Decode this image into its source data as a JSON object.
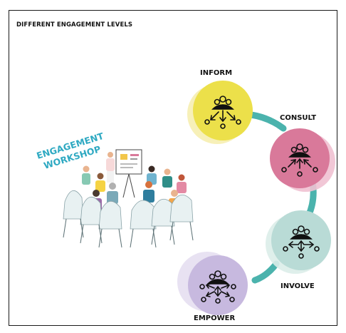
{
  "title": "DIFFERENT ENGAGEMENT LEVELS",
  "illustration_caption": "ENGAGEMENT WORKSHOP",
  "caption_lines": [
    "ENGAGEMENT",
    "WORKSHOP"
  ],
  "levels": [
    {
      "label": "INFORM",
      "icon": "inform-icon",
      "color": "#ece04a",
      "shadow": "#f6eeb0"
    },
    {
      "label": "CONSULT",
      "icon": "consult-icon",
      "color": "#d9799a",
      "shadow": "#efc1d1"
    },
    {
      "label": "INVOLVE",
      "icon": "involve-icon",
      "color": "#b9dbd6",
      "shadow": "#dcede9"
    },
    {
      "label": "EMPOWER",
      "icon": "empower-icon",
      "color": "#c7b9df",
      "shadow": "#e6dff1"
    }
  ],
  "connector_color": "#4bb3ad",
  "caption_color": "#2ea9c2"
}
